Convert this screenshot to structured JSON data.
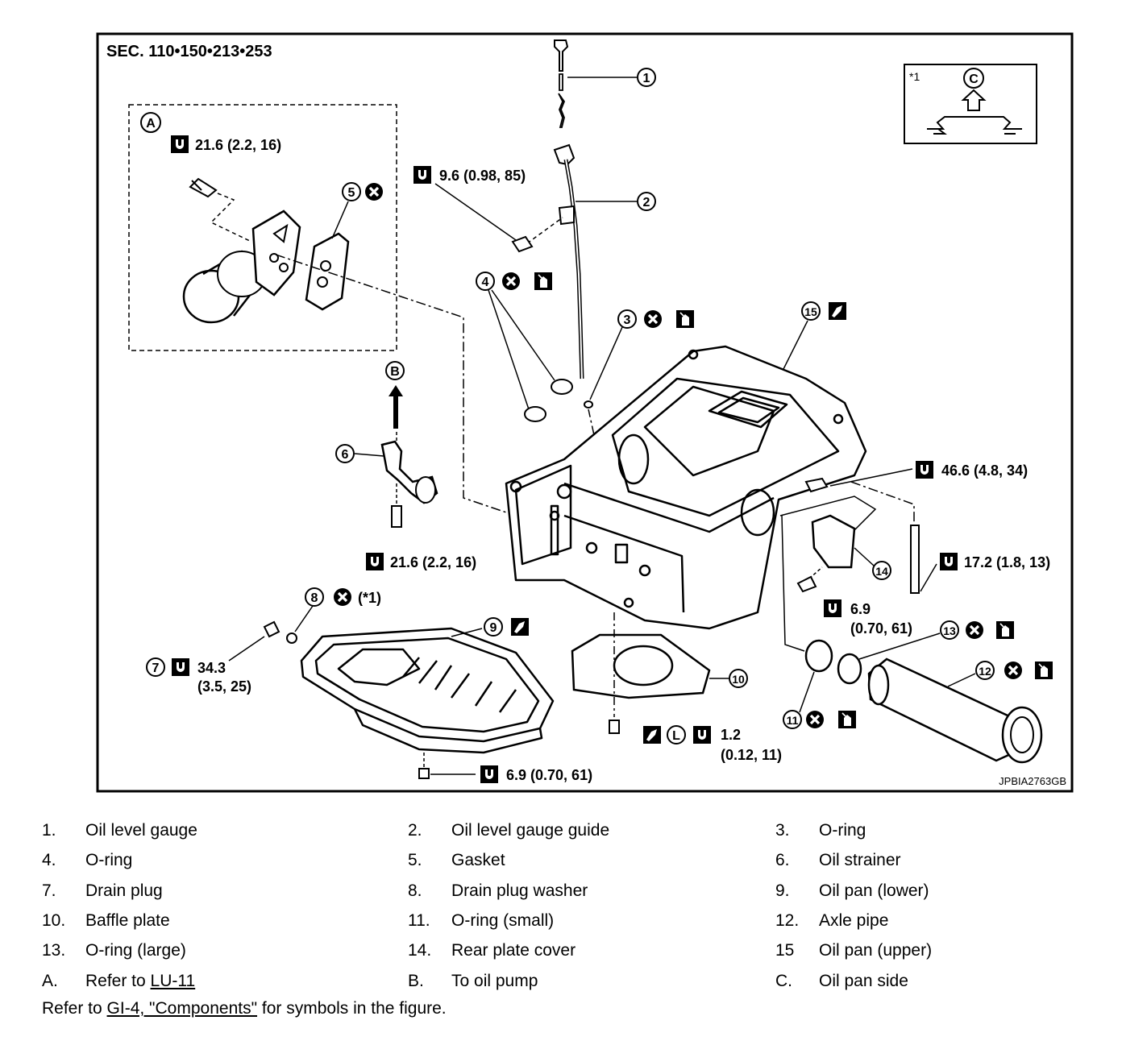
{
  "figure": {
    "section": "SEC. 110•150•213•253",
    "code": "JPBIA2763GB",
    "inset_a_letter": "A",
    "inset_c_note": "*1",
    "inset_c_letter": "C",
    "arrow_b_letter": "B",
    "callouts": [
      "1",
      "2",
      "3",
      "4",
      "5",
      "6",
      "7",
      "8",
      "9",
      "10",
      "11",
      "12",
      "13",
      "14",
      "15"
    ],
    "torques": {
      "t_a": "21.6 (2.2, 16)",
      "t_guide": "9.6 (0.98, 85)",
      "t_strainer": "21.6 (2.2, 16)",
      "t_right": "46.6 (4.8, 34)",
      "t_right2": "17.2 (1.8, 13)",
      "t_cover_1": "6.9",
      "t_cover_2": "(0.70, 61)",
      "t_drain_1": "34.3",
      "t_drain_2": "(3.5, 25)",
      "t_baffle_1": "1.2",
      "t_baffle_2": "(0.12, 11)",
      "t_bottom": "6.9 (0.70, 61)"
    },
    "note_8": "(*1)",
    "symbol_L": "L"
  },
  "legend": [
    {
      "num": "1.",
      "desc": "Oil level gauge"
    },
    {
      "num": "2.",
      "desc": "Oil level gauge guide"
    },
    {
      "num": "3.",
      "desc": "O-ring"
    },
    {
      "num": "4.",
      "desc": "O-ring"
    },
    {
      "num": "5.",
      "desc": "Gasket"
    },
    {
      "num": "6.",
      "desc": "Oil strainer"
    },
    {
      "num": "7.",
      "desc": "Drain plug"
    },
    {
      "num": "8.",
      "desc": "Drain plug washer"
    },
    {
      "num": "9.",
      "desc": "Oil pan (lower)"
    },
    {
      "num": "10.",
      "desc": "Baffle plate"
    },
    {
      "num": "11.",
      "desc": "O-ring (small)"
    },
    {
      "num": "12.",
      "desc": "Axle pipe"
    },
    {
      "num": "13.",
      "desc": "O-ring (large)"
    },
    {
      "num": "14.",
      "desc": "Rear plate cover"
    },
    {
      "num": "15",
      "desc": "Oil pan (upper)"
    },
    {
      "num": "A.",
      "desc_prefix": "Refer to ",
      "link": "LU-11"
    },
    {
      "num": "B.",
      "desc": "To oil pump"
    },
    {
      "num": "C.",
      "desc": "Oil pan side"
    }
  ],
  "footer": {
    "prefix": "Refer to ",
    "link": "GI-4, \"Components\"",
    "suffix": " for symbols in the figure."
  }
}
